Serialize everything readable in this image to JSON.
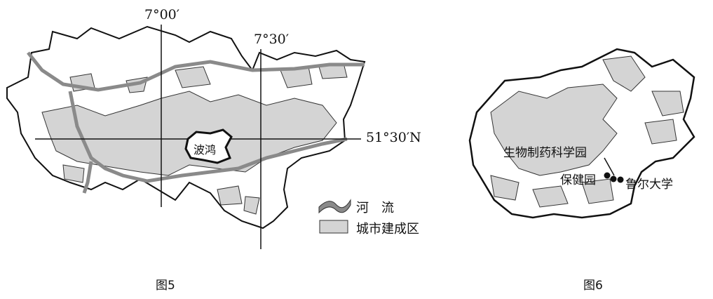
{
  "figure5": {
    "caption": "图5",
    "lon1": "7°00′",
    "lon2": "7°30′",
    "lat": "51°30′N",
    "city": "波鸿",
    "legend": {
      "river": "河　流",
      "urban": "城市建成区"
    }
  },
  "figure6": {
    "caption": "图6",
    "labels": {
      "biopark": "生物制药科学园",
      "health": "保健园",
      "university": "鲁尔大学"
    }
  },
  "colors": {
    "urban": "#d4d4d4",
    "river": "#8a8a8a",
    "outline": "#111111"
  }
}
